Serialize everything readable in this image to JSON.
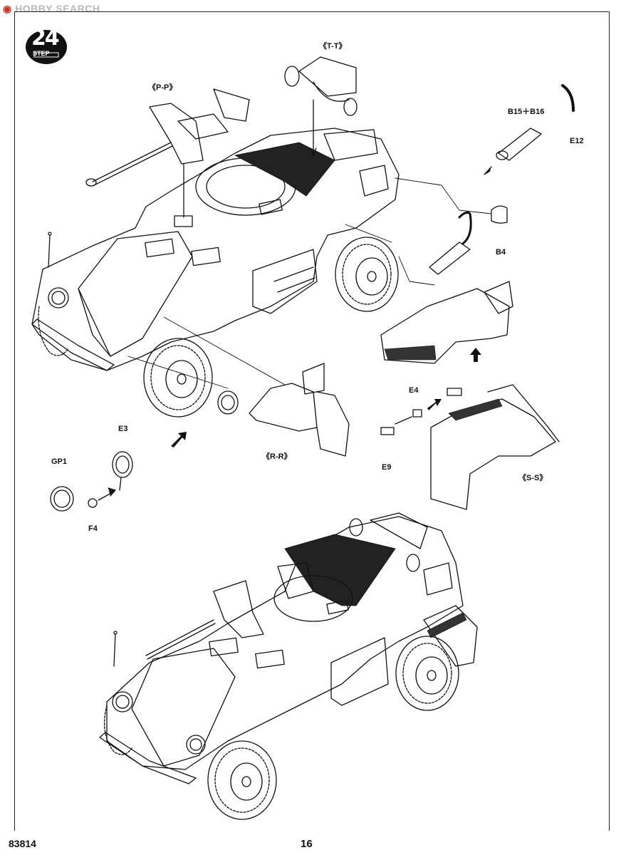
{
  "watermark": {
    "brand": "HOBBY",
    "word": "SEARCH"
  },
  "step": {
    "number": "24",
    "word": "STEP"
  },
  "labels": {
    "pp": "《P-P》",
    "tt": "《T-T》",
    "rr": "《R-R》",
    "ss": "《S-S》",
    "b15b16": "B15＋B16",
    "e12": "E12",
    "b4": "B4",
    "e4": "E4",
    "e9": "E9",
    "e3": "E3",
    "gp1": "GP1",
    "f4": "F4"
  },
  "footer": {
    "code": "83814",
    "page": "16"
  }
}
